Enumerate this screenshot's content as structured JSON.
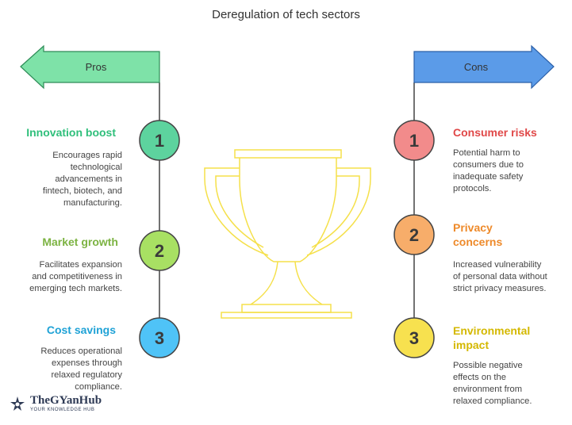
{
  "title": "Deregulation of tech sectors",
  "pros": {
    "label": "Pros",
    "items": [
      {
        "number": "1",
        "heading": "Innovation boost",
        "lines": [
          "Encourages rapid",
          "technological",
          "advancements in",
          "fintech, biotech, and",
          "manufacturing."
        ],
        "color": "#5dd39e",
        "text_color": "#2fbf7b"
      },
      {
        "number": "2",
        "heading": "Market growth",
        "lines": [
          "Facilitates expansion",
          "and competitiveness in",
          "emerging tech markets."
        ],
        "color": "#a8e063",
        "text_color": "#7cb342"
      },
      {
        "number": "3",
        "heading": "Cost savings",
        "lines": [
          "Reduces operational",
          "expenses through",
          "relaxed regulatory",
          "compliance."
        ],
        "color": "#4fc3f7",
        "text_color": "#1fa2d6"
      }
    ]
  },
  "cons": {
    "label": "Cons",
    "items": [
      {
        "number": "1",
        "heading_lines": [
          "Consumer risks"
        ],
        "lines": [
          "Potential harm to",
          "consumers due to",
          "inadequate safety",
          "protocols."
        ],
        "color": "#f28b8b",
        "text_color": "#e04848"
      },
      {
        "number": "2",
        "heading_lines": [
          "Privacy",
          "concerns"
        ],
        "lines": [
          "Increased vulnerability",
          "of personal data without",
          "strict privacy measures."
        ],
        "color": "#f7ad6a",
        "text_color": "#ee8a2a"
      },
      {
        "number": "3",
        "heading_lines": [
          "Environmental",
          "impact"
        ],
        "lines": [
          "Possible negative",
          "effects on the",
          "environment from",
          "relaxed compliance."
        ],
        "color": "#f7e14f",
        "text_color": "#d4b800"
      }
    ]
  },
  "colors": {
    "pros_banner": "#7ee2a8",
    "cons_banner": "#5b9be8",
    "trophy": "#f5e04a",
    "line": "#444444"
  },
  "logo": {
    "name": "TheGYanHub",
    "tagline": "YOUR KNOWLEDGE HUB"
  }
}
